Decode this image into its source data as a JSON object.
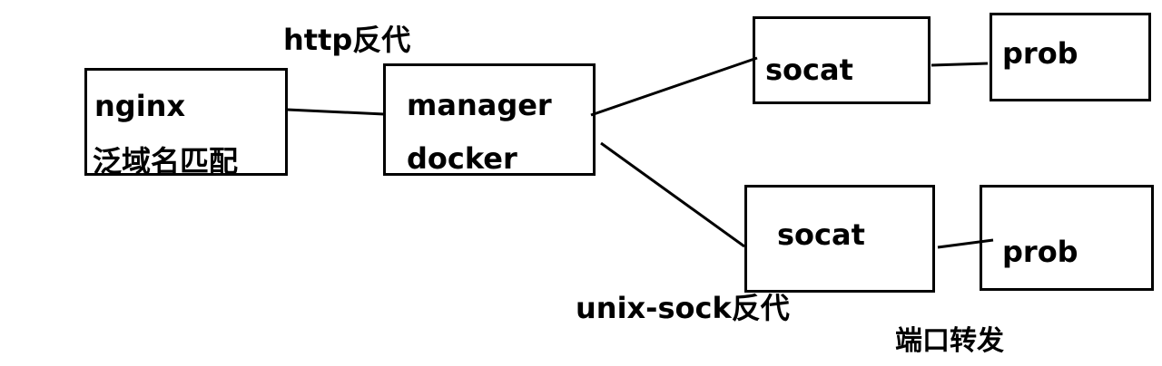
{
  "nodes": {
    "nginx": {
      "line1": "nginx",
      "line2": "泛域名匹配"
    },
    "manager": {
      "line1": "manager",
      "line2": "docker"
    },
    "socat_top": {
      "label": "socat"
    },
    "socat_bottom": {
      "label": "socat"
    },
    "prob_top": {
      "label": "prob"
    },
    "prob_bottom": {
      "label": "prob"
    }
  },
  "edge_labels": {
    "http_proxy": "http反代",
    "unix_sock_proxy": "unix-sock反代",
    "port_forward": "端口转发"
  },
  "colors": {
    "stroke": "#000000",
    "background": "#ffffff"
  }
}
